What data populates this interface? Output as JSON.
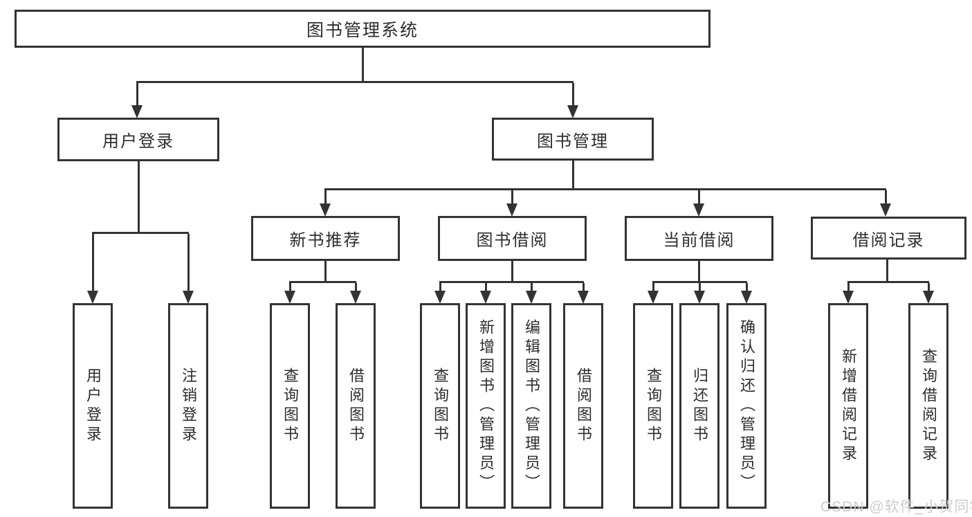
{
  "diagram": {
    "root": {
      "label": "图书管理系统"
    },
    "level2": [
      {
        "label": "用户登录"
      },
      {
        "label": "图书管理"
      }
    ],
    "level3": [
      {
        "label": "新书推荐"
      },
      {
        "label": "图书借阅"
      },
      {
        "label": "当前借阅"
      },
      {
        "label": "借阅记录"
      }
    ],
    "leaves": [
      {
        "label": "用户登录"
      },
      {
        "label": "注销登录"
      },
      {
        "label": "查询图书"
      },
      {
        "label": "借阅图书"
      },
      {
        "label": "查询图书"
      },
      {
        "label": "新增图书（管理员）"
      },
      {
        "label": "编辑图书（管理员）"
      },
      {
        "label": "借阅图书"
      },
      {
        "label": "查询图书"
      },
      {
        "label": "归还图书"
      },
      {
        "label": "确认归还（管理员）"
      },
      {
        "label": "新增借阅记录"
      },
      {
        "label": "查询借阅记录"
      }
    ]
  },
  "watermark": {
    "text": "CSDN @软件_小贺同学"
  },
  "colors": {
    "line": "#333333",
    "text": "#2d2d2d",
    "watermark": "#cccccc",
    "background": "#ffffff"
  }
}
